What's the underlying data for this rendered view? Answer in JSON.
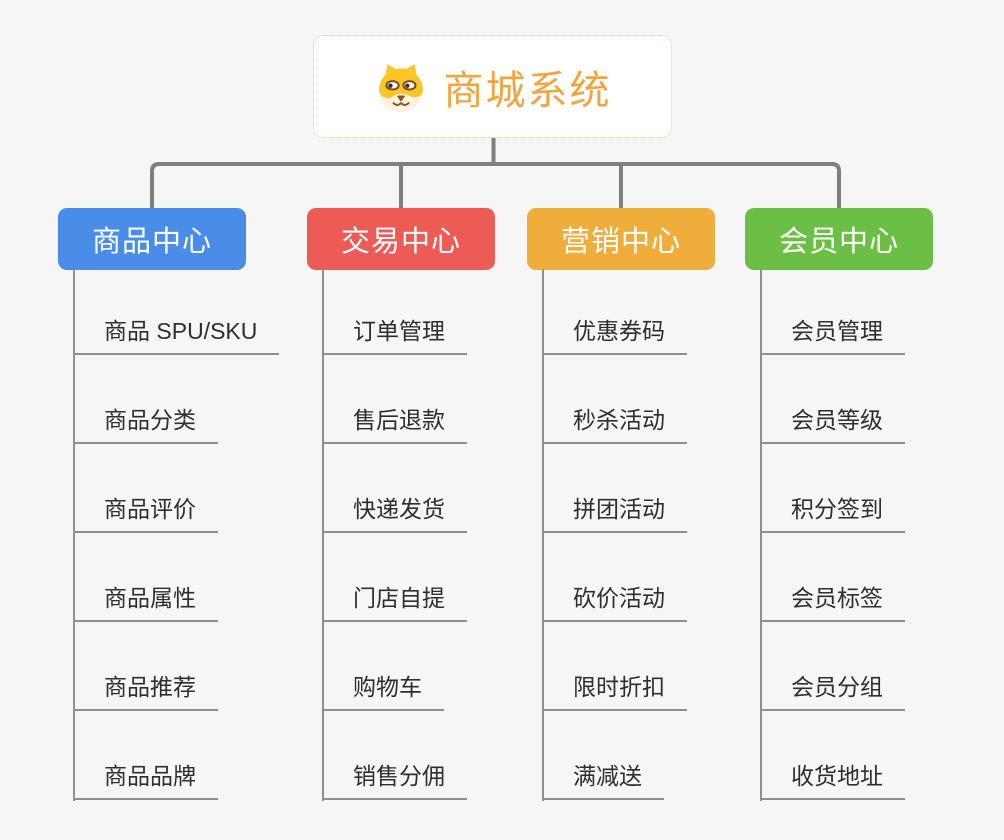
{
  "root": {
    "label": "商城系统",
    "icon": "shiba-dog-icon",
    "text_color": "#f2a43e",
    "border_color": "#f0c183",
    "background": "#ffffff"
  },
  "connector": {
    "color": "#7f7f7f",
    "child_line_color": "#8f8f8f"
  },
  "branches": [
    {
      "label": "商品中心",
      "color": "#4a8de8",
      "children": [
        "商品 SPU/SKU",
        "商品分类",
        "商品评价",
        "商品属性",
        "商品推荐",
        "商品品牌"
      ]
    },
    {
      "label": "交易中心",
      "color": "#ec5b56",
      "children": [
        "订单管理",
        "售后退款",
        "快递发货",
        "门店自提",
        "购物车",
        "销售分佣"
      ]
    },
    {
      "label": "营销中心",
      "color": "#efad3b",
      "children": [
        "优惠券码",
        "秒杀活动",
        "拼团活动",
        "砍价活动",
        "限时折扣",
        "满减送"
      ]
    },
    {
      "label": "会员中心",
      "color": "#6cbf45",
      "children": [
        "会员管理",
        "会员等级",
        "积分签到",
        "会员标签",
        "会员分组",
        "收货地址"
      ]
    }
  ]
}
